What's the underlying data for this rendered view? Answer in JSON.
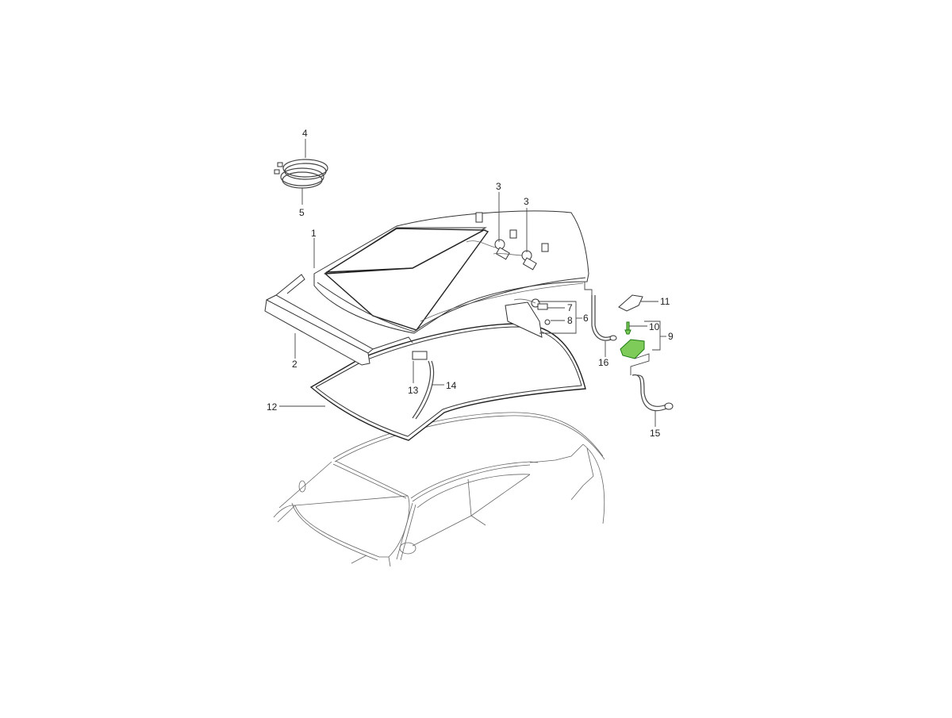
{
  "diagram": {
    "title": "Roof / removable hardtop exploded parts diagram",
    "highlight_color": "#4caf50",
    "line_color": "#333333",
    "background": "#ffffff",
    "callouts": [
      {
        "id": "1",
        "label": "1",
        "part": "hardtop-shell"
      },
      {
        "id": "2",
        "label": "2",
        "part": "front-trim-panel"
      },
      {
        "id": "3a",
        "label": "3",
        "part": "connector-lock-left"
      },
      {
        "id": "3b",
        "label": "3",
        "part": "connector-lock-right"
      },
      {
        "id": "4",
        "label": "4",
        "part": "cable-coil-upper"
      },
      {
        "id": "5",
        "label": "5",
        "part": "cable-coil-lower"
      },
      {
        "id": "6",
        "label": "6",
        "part": "lock-assembly-group"
      },
      {
        "id": "7",
        "label": "7",
        "part": "lock-cylinder"
      },
      {
        "id": "8",
        "label": "8",
        "part": "clip"
      },
      {
        "id": "9",
        "label": "9",
        "part": "bracket-assembly-group"
      },
      {
        "id": "10",
        "label": "10",
        "part": "pin"
      },
      {
        "id": "11",
        "label": "11",
        "part": "cover-cap"
      },
      {
        "id": "12",
        "label": "12",
        "part": "roof-seal"
      },
      {
        "id": "13",
        "label": "13",
        "part": "holder-clip"
      },
      {
        "id": "14",
        "label": "14",
        "part": "drain-hose-front"
      },
      {
        "id": "15",
        "label": "15",
        "part": "drain-hose-rear"
      },
      {
        "id": "16",
        "label": "16",
        "part": "drain-hose-side"
      }
    ]
  }
}
